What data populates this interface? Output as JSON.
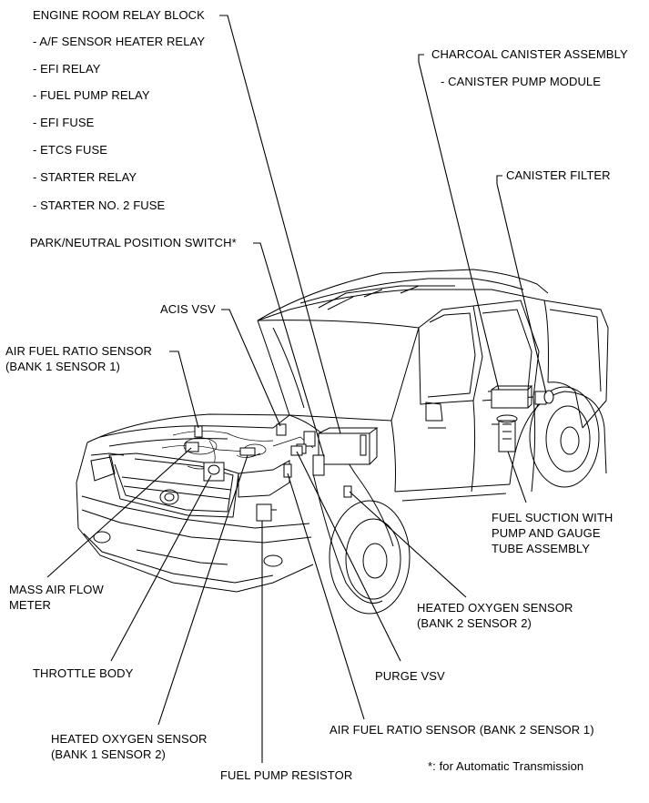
{
  "labels": {
    "engine_room_relay_block": "ENGINE ROOM RELAY BLOCK",
    "af_sensor_heater_relay": "- A/F SENSOR HEATER RELAY",
    "efi_relay": "- EFI RELAY",
    "fuel_pump_relay": "- FUEL PUMP RELAY",
    "efi_fuse": "- EFI FUSE",
    "etcs_fuse": "- ETCS FUSE",
    "starter_relay": "- STARTER RELAY",
    "starter_no2_fuse": "- STARTER NO. 2 FUSE",
    "park_neutral_switch": "PARK/NEUTRAL POSITION SWITCH*",
    "acis_vsv": "ACIS VSV",
    "af_sensor_b1s1_line1": "AIR FUEL RATIO SENSOR",
    "af_sensor_b1s1_line2": "(BANK 1 SENSOR 1)",
    "charcoal_canister": "CHARCOAL CANISTER ASSEMBLY",
    "canister_pump_module": "- CANISTER PUMP MODULE",
    "canister_filter": "CANISTER FILTER",
    "fuel_suction_line1": "FUEL SUCTION WITH",
    "fuel_suction_line2": "PUMP AND GAUGE",
    "fuel_suction_line3": "TUBE ASSEMBLY",
    "maf_line1": "MASS AIR FLOW",
    "maf_line2": "METER",
    "heated_o2_b2s2_line1": "HEATED OXYGEN SENSOR",
    "heated_o2_b2s2_line2": "(BANK 2 SENSOR 2)",
    "throttle_body": "THROTTLE BODY",
    "purge_vsv": "PURGE VSV",
    "heated_o2_b1s2_line1": "HEATED OXYGEN SENSOR",
    "heated_o2_b1s2_line2": "(BANK 1 SENSOR 2)",
    "af_sensor_b2s1": "AIR FUEL RATIO SENSOR (BANK 2 SENSOR 1)",
    "fuel_pump_resistor": "FUEL PUMP RESISTOR",
    "footnote": "*: for Automatic Transmission"
  }
}
